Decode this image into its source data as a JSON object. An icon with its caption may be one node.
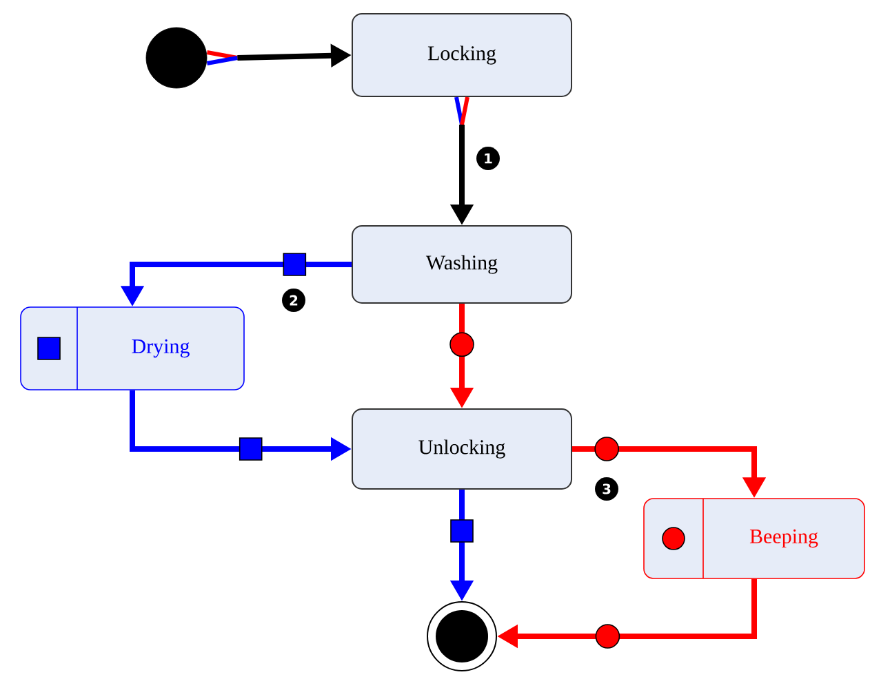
{
  "diagram": {
    "nodes": [
      {
        "text": [],
        "shape": "circle"
      },
      {
        "text": [
          "Locking"
        ]
      },
      {
        "text": [
          "Washing"
        ]
      },
      {
        "text": [
          "Drying"
        ]
      },
      {
        "text": [
          "Unlocking"
        ]
      },
      {
        "text": [
          "Beeping"
        ]
      },
      {
        "text": [],
        "shape": "circle"
      }
    ],
    "edges": [
      {
        "from": 0,
        "to": 1,
        "arrow": "to",
        "color": "#000000"
      },
      {
        "from": 1,
        "to": 2,
        "arrow": "to",
        "color": "#000000"
      },
      {
        "from": 2,
        "to": 3,
        "arrow": "to",
        "color": "#0000ff"
      },
      {
        "from": 2,
        "to": 4,
        "arrow": "to",
        "color": "#ff0000"
      },
      {
        "from": 3,
        "to": 4,
        "arrow": "to",
        "color": "#0000ff"
      },
      {
        "from": 4,
        "to": 5,
        "arrow": "to",
        "color": "#ff0000"
      },
      {
        "from": 4,
        "to": 6,
        "arrow": "to",
        "color": "#0000ff"
      },
      {
        "from": 5,
        "to": 6,
        "arrow": "to",
        "color": "#ff0000"
      }
    ],
    "labels": [
      "1",
      "2",
      "3"
    ]
  }
}
